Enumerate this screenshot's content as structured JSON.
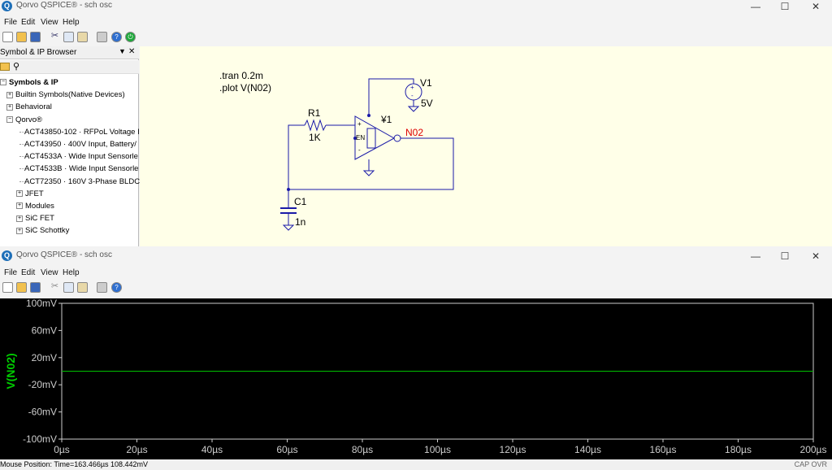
{
  "app_title": "Qorvo QSPICE® - sch osc",
  "menu": [
    "File",
    "Edit",
    "View",
    "Help"
  ],
  "window_buttons": {
    "minimize": "—",
    "maximize": "☐",
    "close": "✕"
  },
  "panel": {
    "title": "Symbol & IP Browser",
    "tree": [
      {
        "label": "Symbols & IP",
        "level": 0,
        "expander": "−",
        "bold": true
      },
      {
        "label": "Builtin Symbols(Native Devices)",
        "level": 1,
        "expander": "+"
      },
      {
        "label": "Behavioral",
        "level": 1,
        "expander": "+"
      },
      {
        "label": "Qorvo®",
        "level": 1,
        "expander": "−"
      },
      {
        "label": "ACT43850-102 · RFPoL Voltage I",
        "level": 2
      },
      {
        "label": "ACT43950 · 400V Input, Battery/",
        "level": 2
      },
      {
        "label": "ACT4533A · Wide Input Sensorle",
        "level": 2
      },
      {
        "label": "ACT4533B · Wide Input Sensorle",
        "level": 2
      },
      {
        "label": "ACT72350 · 160V 3-Phase BLDC/",
        "level": 2
      },
      {
        "label": "JFET",
        "level": 2,
        "expander": "+"
      },
      {
        "label": "Modules",
        "level": 2,
        "expander": "+"
      },
      {
        "label": "SiC FET",
        "level": 2,
        "expander": "+"
      },
      {
        "label": "SiC Schottky",
        "level": 2,
        "expander": "+"
      }
    ]
  },
  "schematic": {
    "directive_tran": ".tran 0.2m",
    "directive_plot": ".plot V(N02)",
    "r1_name": "R1",
    "r1_value": "1K",
    "c1_name": "C1",
    "c1_value": "1n",
    "v1_name": "V1",
    "v1_value": "5V",
    "u1_name": "¥1",
    "net_label": "N02",
    "en_label": "EN",
    "plus_label": "+",
    "minus_label": "-",
    "net_color": "#dd0000",
    "wire_color": "#1a1aa8"
  },
  "status": {
    "mouse_position": "Mouse Position: Time=163.466µs  108.442mV",
    "mode": "CAP OVR"
  },
  "chart_data": {
    "type": "line",
    "ylabel": "V(N02)",
    "x_ticks": [
      "0µs",
      "20µs",
      "40µs",
      "60µs",
      "80µs",
      "100µs",
      "120µs",
      "140µs",
      "160µs",
      "180µs",
      "200µs"
    ],
    "y_ticks": [
      "100mV",
      "60mV",
      "20mV",
      "-20mV",
      "-60mV",
      "-100mV"
    ],
    "xlim": [
      0,
      200
    ],
    "ylim": [
      -100,
      100
    ],
    "series": [
      {
        "x": [
          0,
          200
        ],
        "y": [
          0,
          0
        ],
        "color": "#00c000"
      }
    ],
    "grid": false,
    "background": "#000000",
    "axis_color": "#cccccc",
    "label_color": "#00cc00"
  }
}
